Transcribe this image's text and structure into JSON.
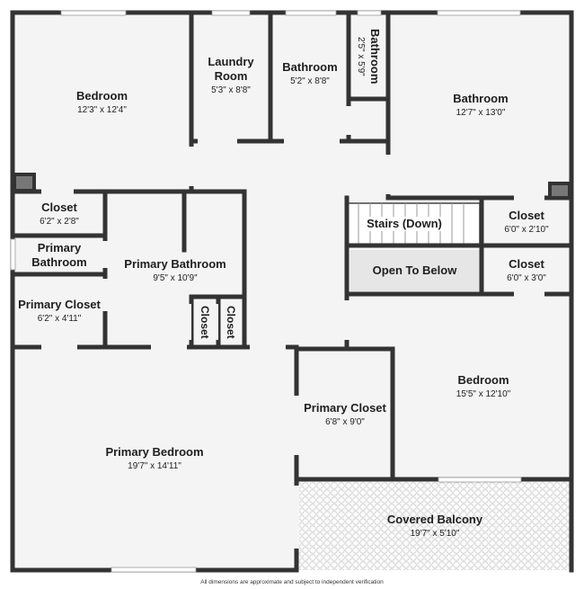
{
  "rooms": {
    "bedroom_nw": {
      "name": "Bedroom",
      "dim": "12'3\" x 12'4\""
    },
    "laundry": {
      "name": "Laundry Room",
      "dim": "5'3\" x 8'8\""
    },
    "bathroom_mid": {
      "name": "Bathroom",
      "dim": "5'2\" x 8'8\""
    },
    "bathroom_narrow": {
      "name": "Bathroom",
      "dim": "2'5\" x 5'9\""
    },
    "bathroom_ne": {
      "name": "Bathroom",
      "dim": "12'7\" x 13'0\""
    },
    "closet_w": {
      "name": "Closet",
      "dim": "6'2\" x 2'8\""
    },
    "primary_bath_small": {
      "name": "Primary Bathroom"
    },
    "primary_closet_w": {
      "name": "Primary Closet",
      "dim": "6'2\" x 4'11\""
    },
    "primary_bath": {
      "name": "Primary Bathroom",
      "dim": "9'5\" x 10'9\""
    },
    "closet_small_1": {
      "name": "Closet"
    },
    "closet_small_2": {
      "name": "Closet"
    },
    "stairs": {
      "name": "Stairs (Down)"
    },
    "open_below": {
      "name": "Open To Below"
    },
    "closet_e1": {
      "name": "Closet",
      "dim": "6'0\" x 2'10\""
    },
    "closet_e2": {
      "name": "Closet",
      "dim": "6'0\" x 3'0\""
    },
    "bedroom_e": {
      "name": "Bedroom",
      "dim": "15'5\" x 12'10\""
    },
    "primary_closet_c": {
      "name": "Primary Closet",
      "dim": "6'8\" x 9'0\""
    },
    "primary_bedroom": {
      "name": "Primary Bedroom",
      "dim": "19'7\" x 14'11\""
    },
    "balcony": {
      "name": "Covered Balcony",
      "dim": "19'7\" x 5'10\""
    }
  },
  "footer": "All dimensions are approximate and subject to independent verification",
  "colors": {
    "wall": "#333333",
    "floor": "#f4f4f4",
    "gray_floor": "#e8e8e8",
    "window": "#ffffff",
    "balcony_grid": "#c8c8c8"
  }
}
